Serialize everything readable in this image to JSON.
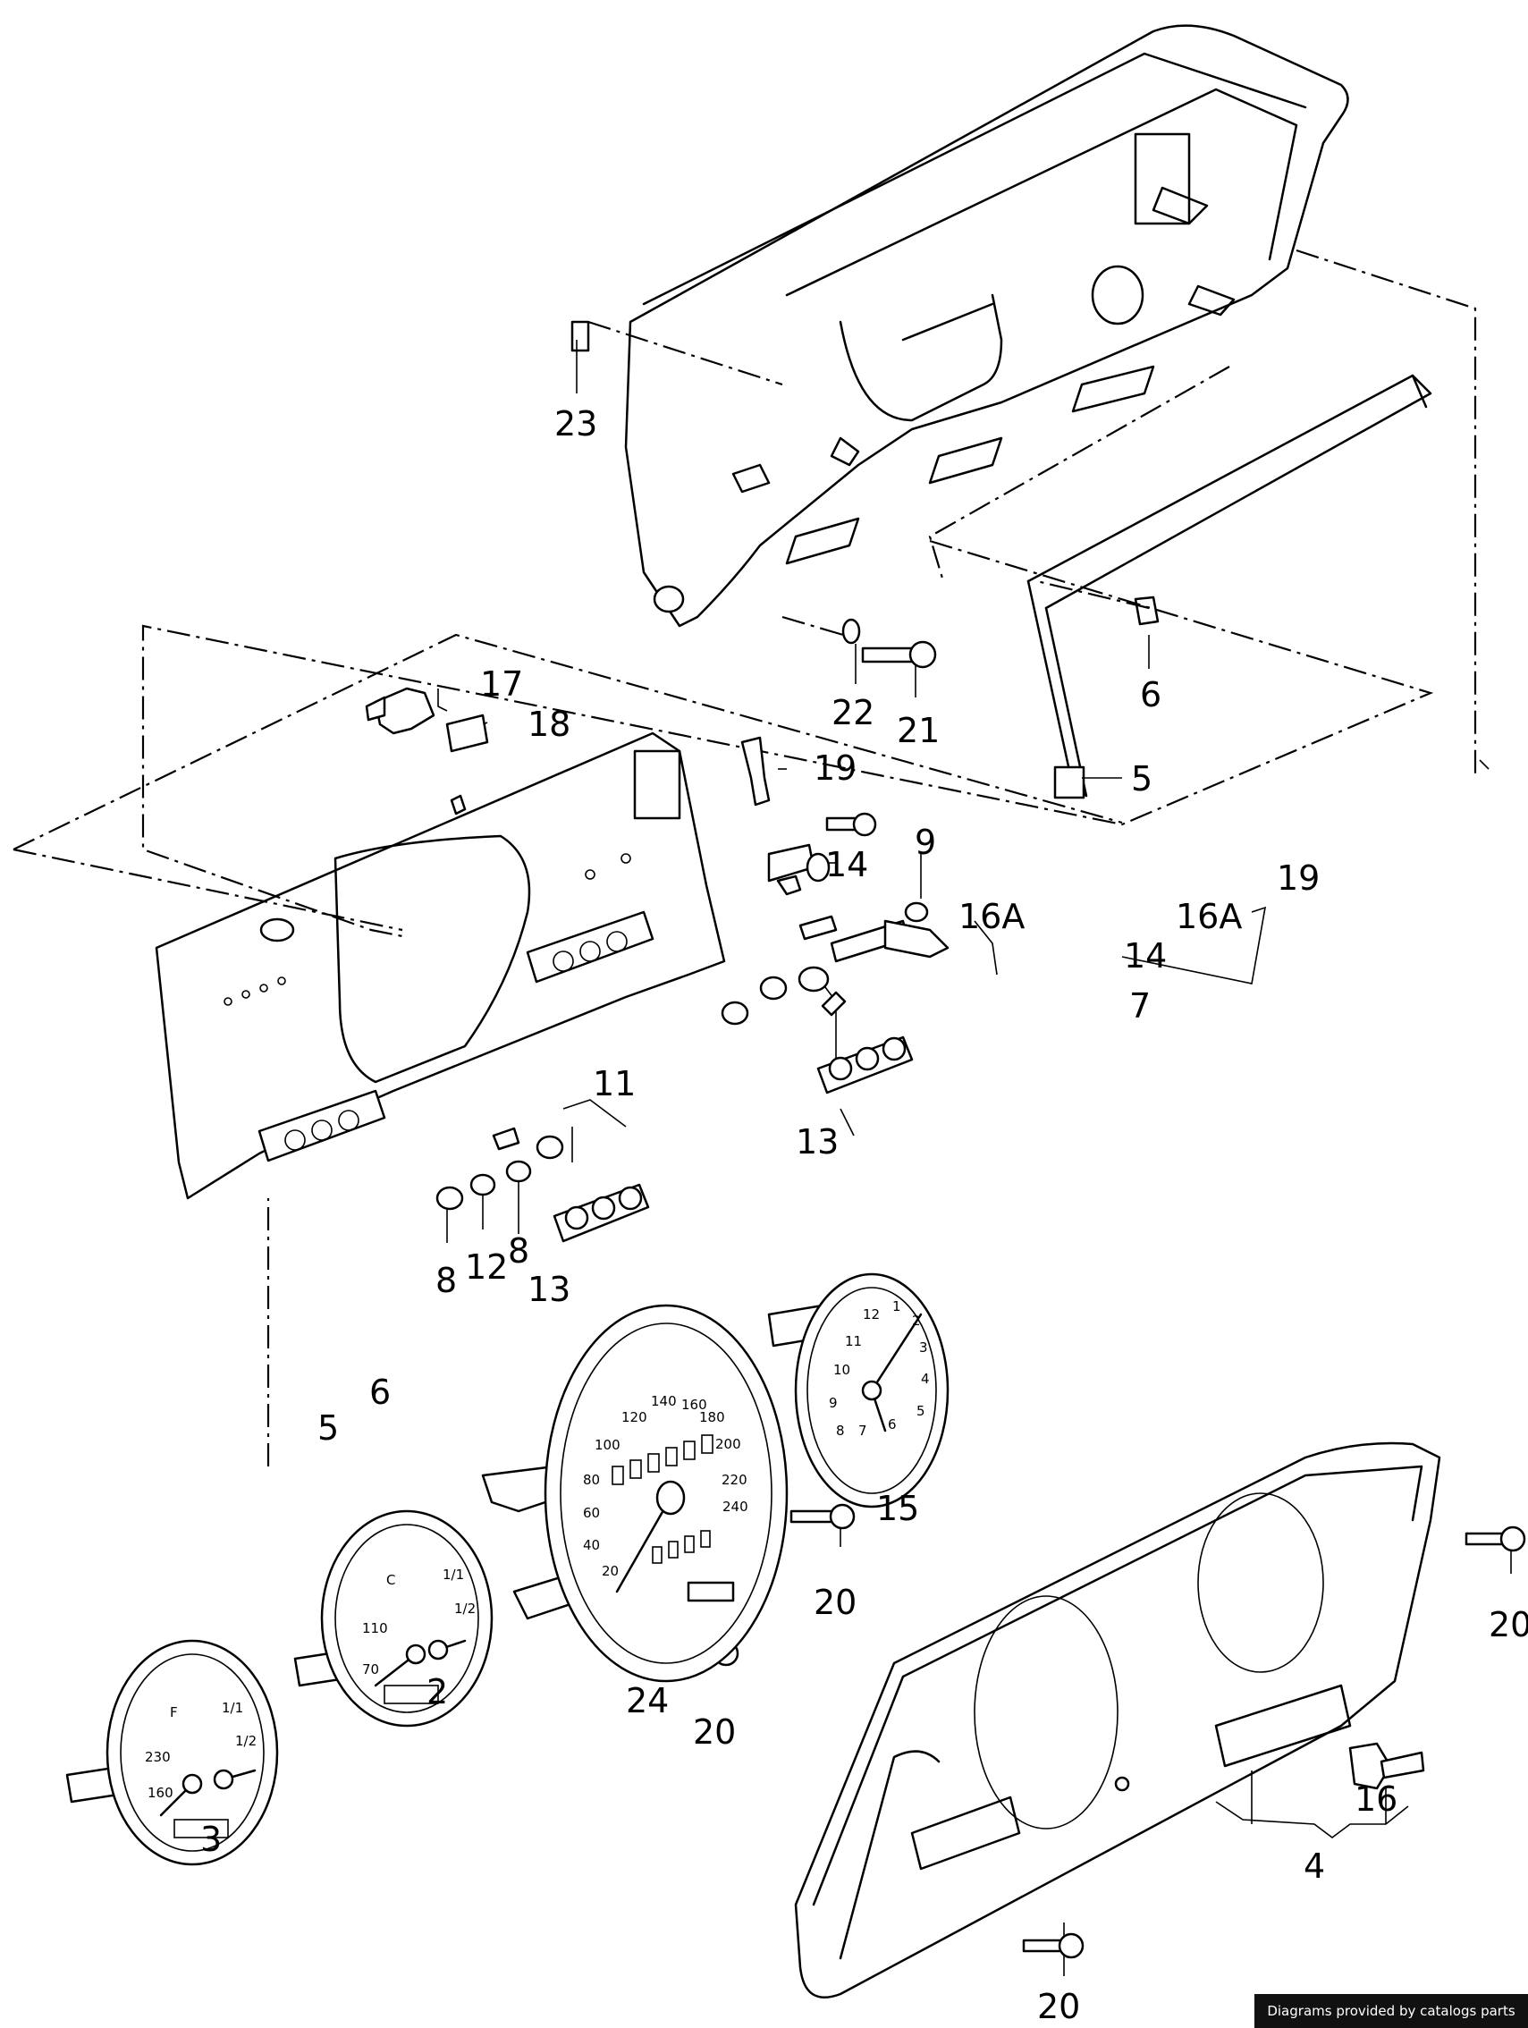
{
  "callouts": {
    "c23": "23",
    "c22": "22",
    "c21": "21",
    "c6": "6",
    "c17": "17",
    "c18": "18",
    "c19a": "19",
    "c5a": "5",
    "c14a": "14",
    "c9": "9",
    "c16a_a": "16A",
    "c16a_b": "16A",
    "c19b": "19",
    "c14b": "14",
    "c7": "7",
    "c11": "11",
    "c13a": "13",
    "c13b": "13",
    "c8a": "8",
    "c12": "12",
    "c8b": "8",
    "c5b": "5",
    "c6b": "6",
    "c15": "15",
    "c24": "24",
    "c20a": "20",
    "c20b": "20",
    "c20c": "20",
    "c20d": "20",
    "c2": "2",
    "c3": "3",
    "c16": "16",
    "c4": "4"
  },
  "gauges": {
    "speedo_ticks": [
      "20",
      "40",
      "60",
      "80",
      "100",
      "120",
      "140",
      "160",
      "180",
      "200",
      "220",
      "240"
    ],
    "clock_numbers": [
      "1",
      "2",
      "3",
      "4",
      "5",
      "6",
      "7",
      "8",
      "9",
      "10",
      "11",
      "12"
    ],
    "temp_ticks": [
      "70",
      "110"
    ],
    "temp_letters": [
      "C",
      "F",
      "1/2",
      "1/1"
    ],
    "oil_ticks": [
      "160",
      "230"
    ]
  },
  "watermark": "Diagrams provided by catalogs parts"
}
